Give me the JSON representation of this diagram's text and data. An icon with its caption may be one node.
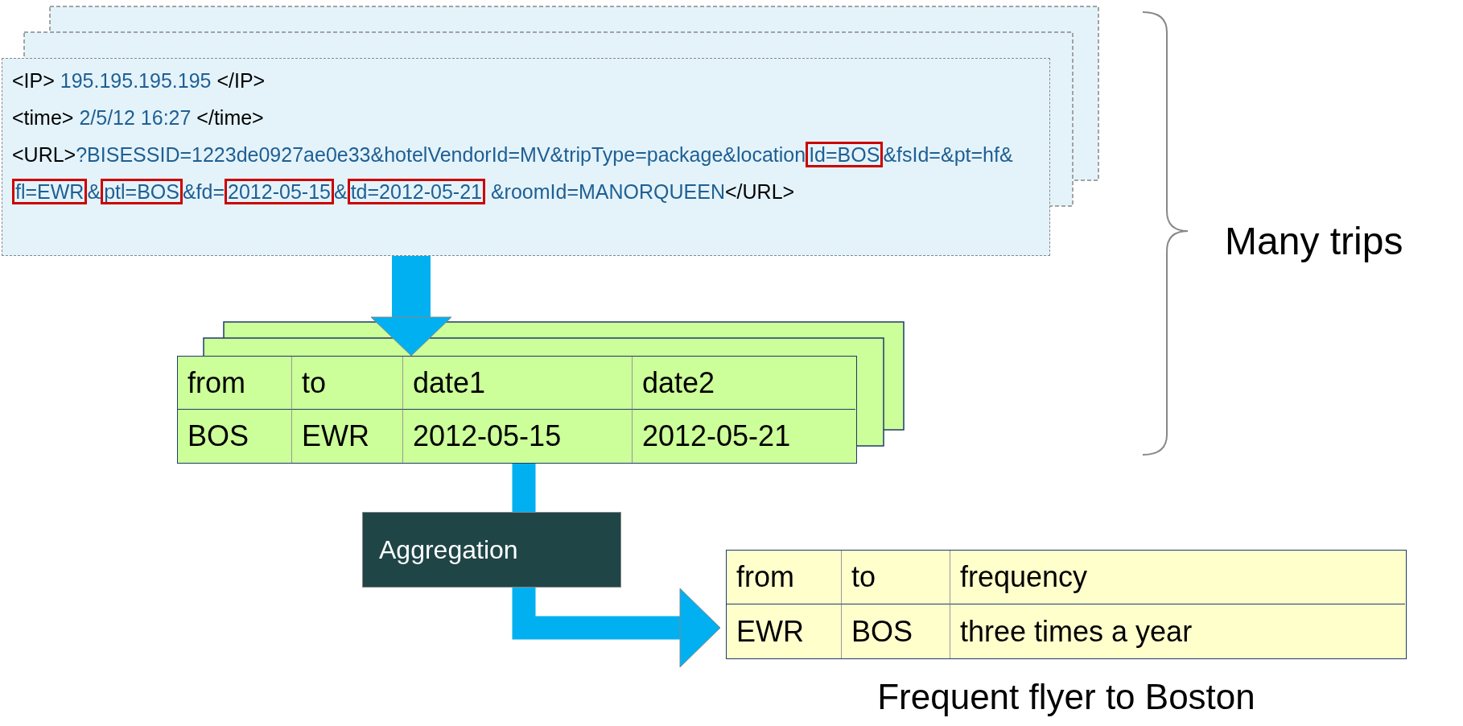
{
  "diagram": {
    "nodes": [
      {
        "text": [
          "<IP> 195.195.195.195 </IP>",
          "<time> 2/5/12 16:27 </time>",
          "<URL>?BISESSID=1223de0927ae0e33&hotelVendorId=MV&tripType=package&locationId=BOS&fsId=&pt=hf&fl=EWR&ptl=BOS&fd=2012-05-15&td=2012-05-21 &roomId=MANORQUEEN</URL>"
        ]
      },
      {
        "text": [
          "from",
          "to",
          "date1",
          "date2",
          "BOS",
          "EWR",
          "2012-05-15",
          "2012-05-21"
        ]
      },
      {
        "text": [
          "Aggregation"
        ]
      },
      {
        "text": [
          "from",
          "to",
          "frequency",
          "EWR",
          "BOS",
          "three times a year"
        ],
        "beside": [
          "Frequent flyer to Boston"
        ]
      }
    ],
    "edges": [
      {
        "from": 0,
        "to": 1,
        "arrow": "to"
      },
      {
        "from": 1,
        "to": 2,
        "arrow": "none"
      },
      {
        "from": 2,
        "to": 3,
        "arrow": "to"
      }
    ],
    "labels": [
      "Many trips"
    ]
  }
}
